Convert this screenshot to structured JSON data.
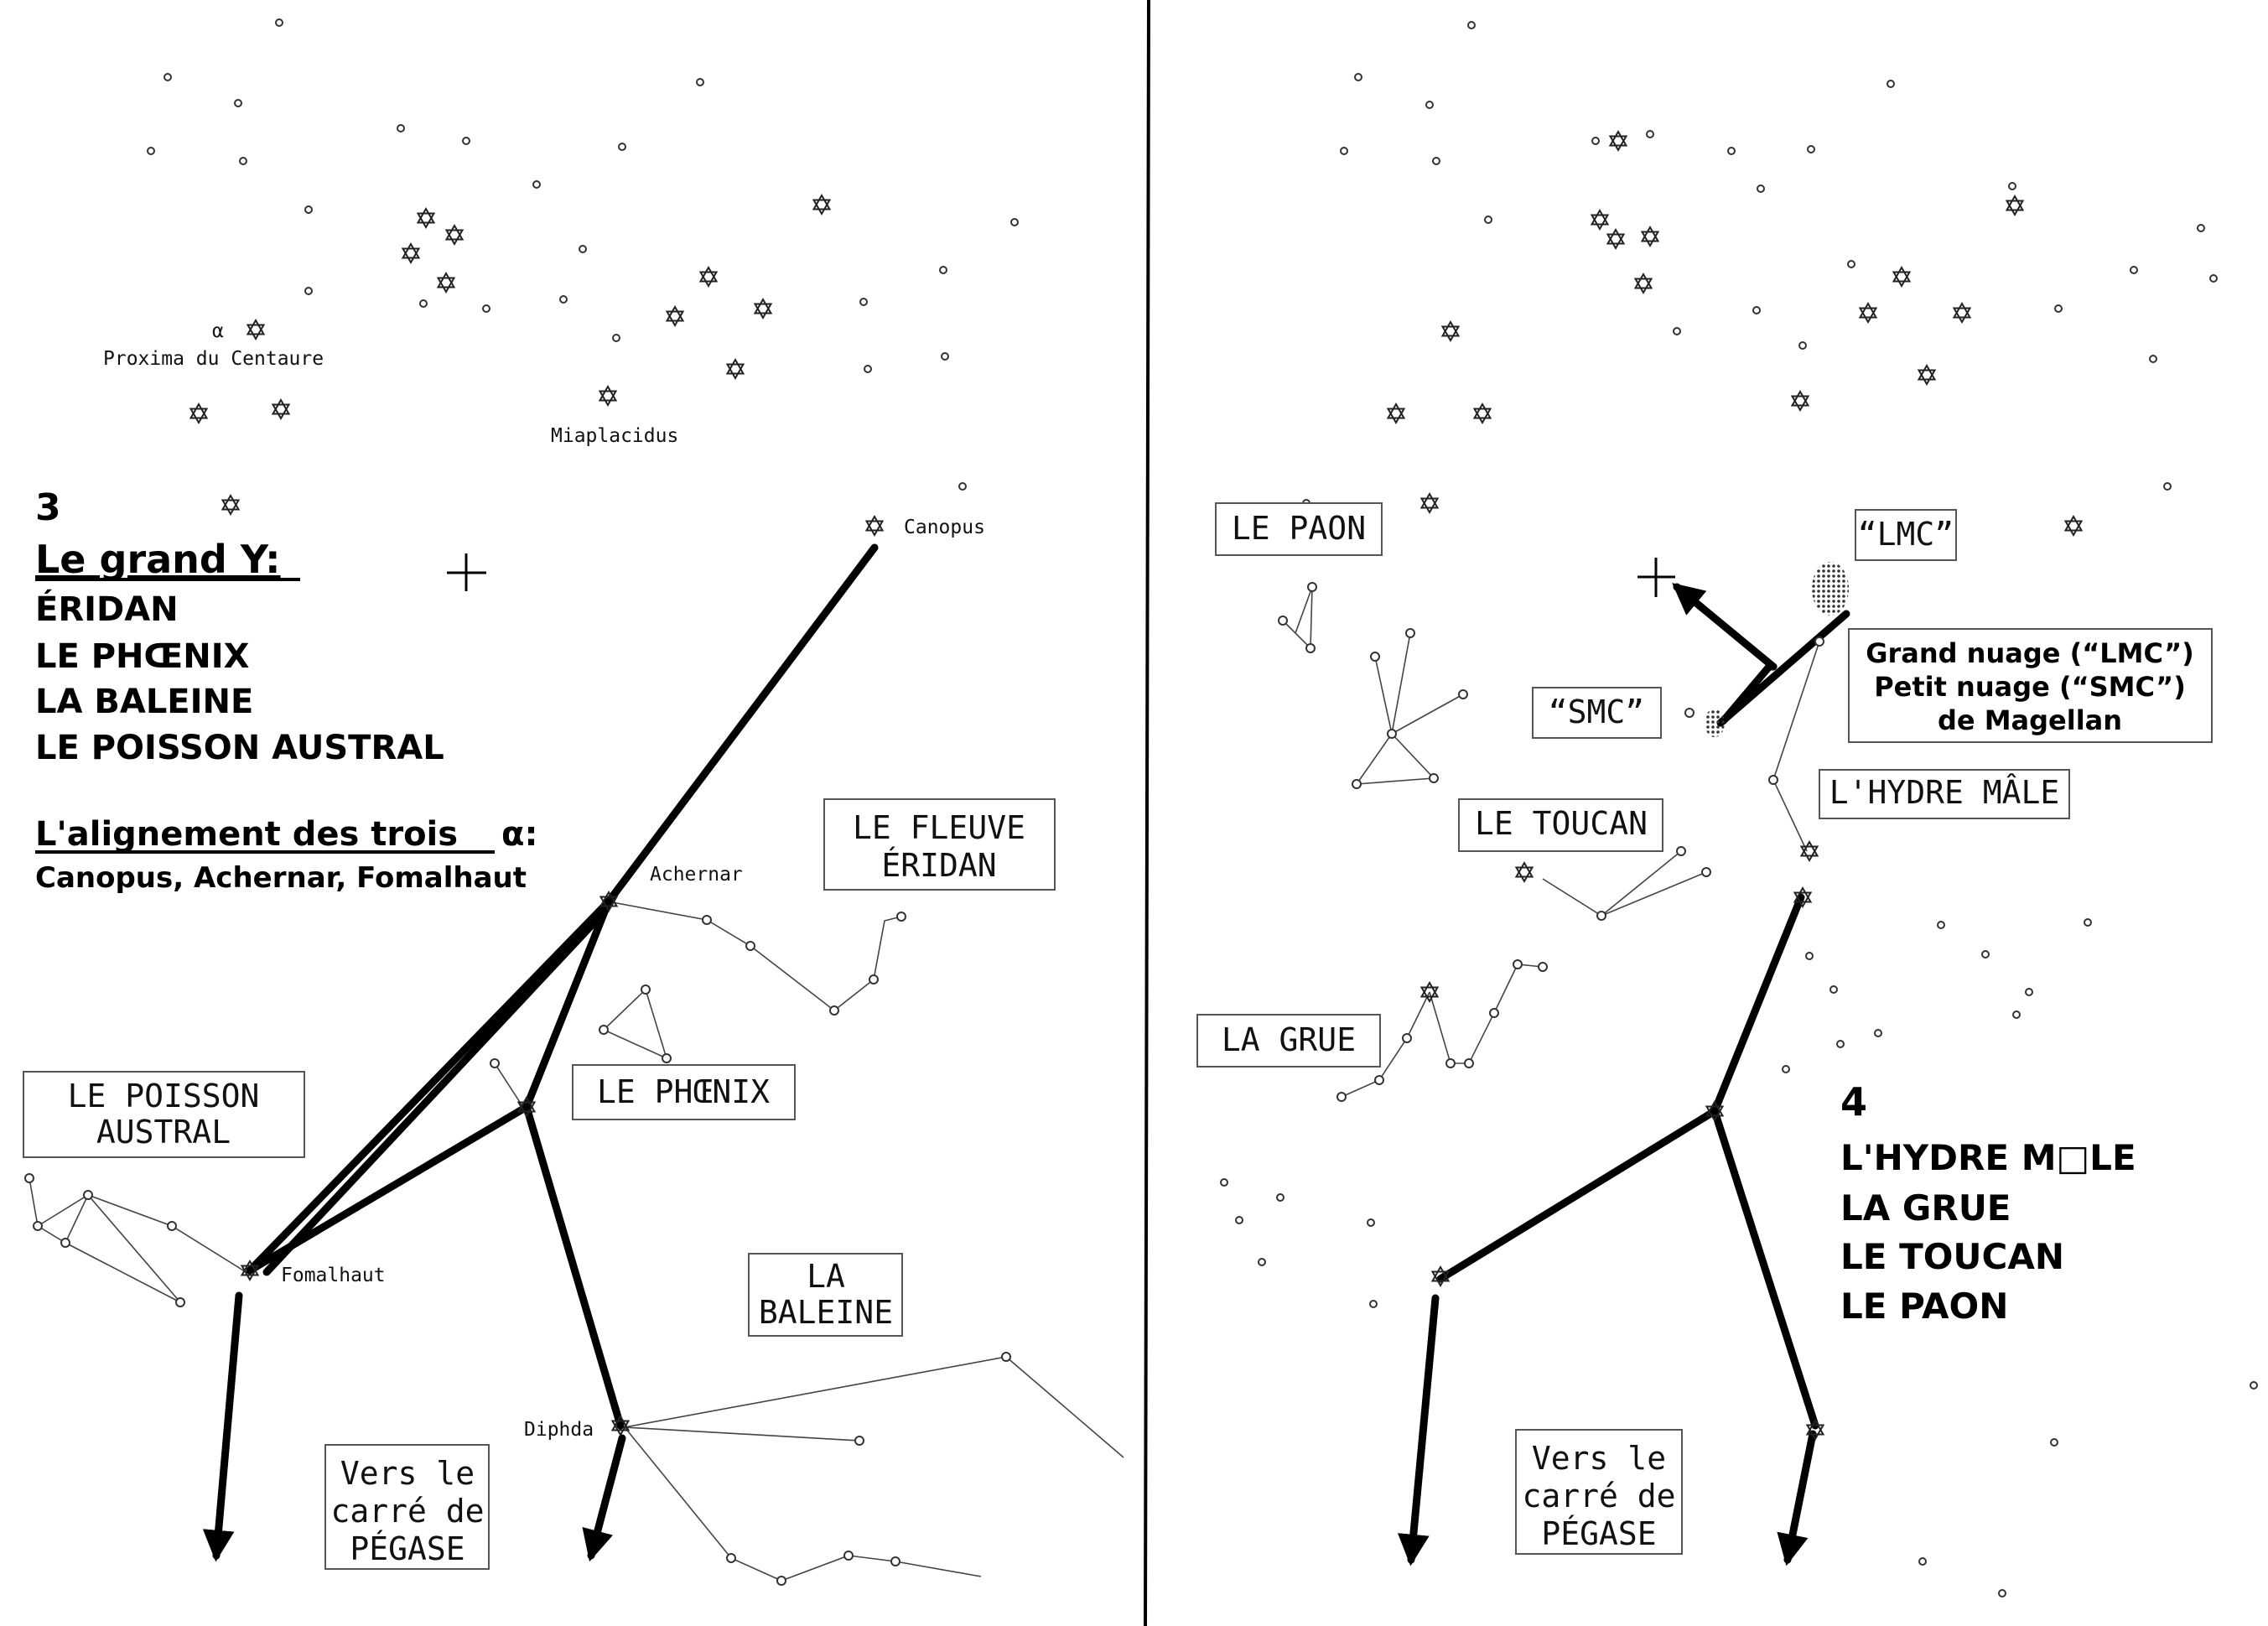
{
  "panel_left": {
    "number": "3",
    "heading": "Le grand Y:",
    "list": [
      "ÉRIDAN",
      "LE PHŒNIX",
      "LA BALEINE",
      "LE POISSON AUSTRAL"
    ],
    "alignment_title": "L'alignement des trois",
    "alignment_alpha": "α:",
    "alignment_stars": "Canopus, Achernar, Fomalhaut",
    "star_labels": {
      "alpha": "α",
      "proxima": "Proxima du Centaure",
      "miaplacidus": "Miaplacidus",
      "canopus": "Canopus",
      "achernar": "Achernar",
      "fomalhaut": "Fomalhaut",
      "diphda": "Diphda"
    },
    "boxes": {
      "fleuve_l1": "LE FLEUVE",
      "fleuve_l2": "ÉRIDAN",
      "phoenix": "LE PHŒNIX",
      "poisson_l1": "LE POISSON",
      "poisson_l2": "AUSTRAL",
      "baleine_l1": "LA",
      "baleine_l2": "BALEINE",
      "vers_l1": "Vers le",
      "vers_l2": "carré de",
      "vers_l3": "PÉGASE"
    }
  },
  "panel_right": {
    "number": "4",
    "list": [
      "L'HYDRE M□LE",
      "LA GRUE",
      "LE TOUCAN",
      "LE PAON"
    ],
    "boxes": {
      "paon": "LE PAON",
      "lmc": "“LMC”",
      "smc": "“SMC”",
      "nuage_l1": "Grand nuage (“LMC”)",
      "nuage_l2": "Petit nuage (“SMC”)",
      "nuage_l3": "de Magellan",
      "toucan": "LE TOUCAN",
      "hydre": "L'HYDRE MÂLE",
      "grue": "LA GRUE",
      "vers_l1": "Vers le",
      "vers_l2": "carré de",
      "vers_l3": "PÉGASE"
    }
  }
}
